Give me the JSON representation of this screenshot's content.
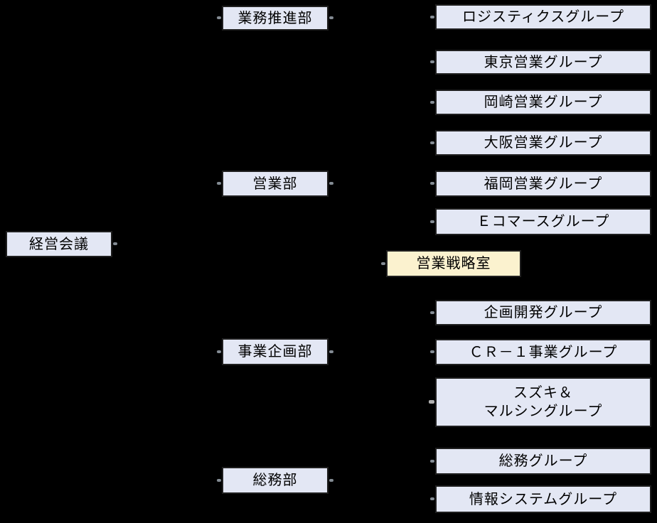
{
  "colors": {
    "background": "#000000",
    "node_fill": "#E3E7F4",
    "node_border": "#1F1F1F",
    "accent_fill": "#FBF2CF",
    "text": "#000000"
  },
  "org": {
    "root": {
      "label": "経営会議"
    },
    "departments": [
      {
        "label": "業務推進部",
        "groups": [
          {
            "label": "ロジスティクスグループ"
          }
        ]
      },
      {
        "label": "営業部",
        "groups": [
          {
            "label": "東京営業グループ"
          },
          {
            "label": "岡崎営業グループ"
          },
          {
            "label": "大阪営業グループ"
          },
          {
            "label": "福岡営業グループ"
          },
          {
            "label": "Ｅコマースグループ"
          }
        ],
        "office": {
          "label": "営業戦略室"
        }
      },
      {
        "label": "事業企画部",
        "groups": [
          {
            "label": "企画開発グループ"
          },
          {
            "label": "ＣＲ－１事業グループ"
          },
          {
            "lines": [
              "スズキ＆",
              "マルシングループ"
            ]
          }
        ]
      },
      {
        "label": "総務部",
        "groups": [
          {
            "label": "総務グループ"
          },
          {
            "label": "情報システムグループ"
          }
        ]
      }
    ]
  }
}
